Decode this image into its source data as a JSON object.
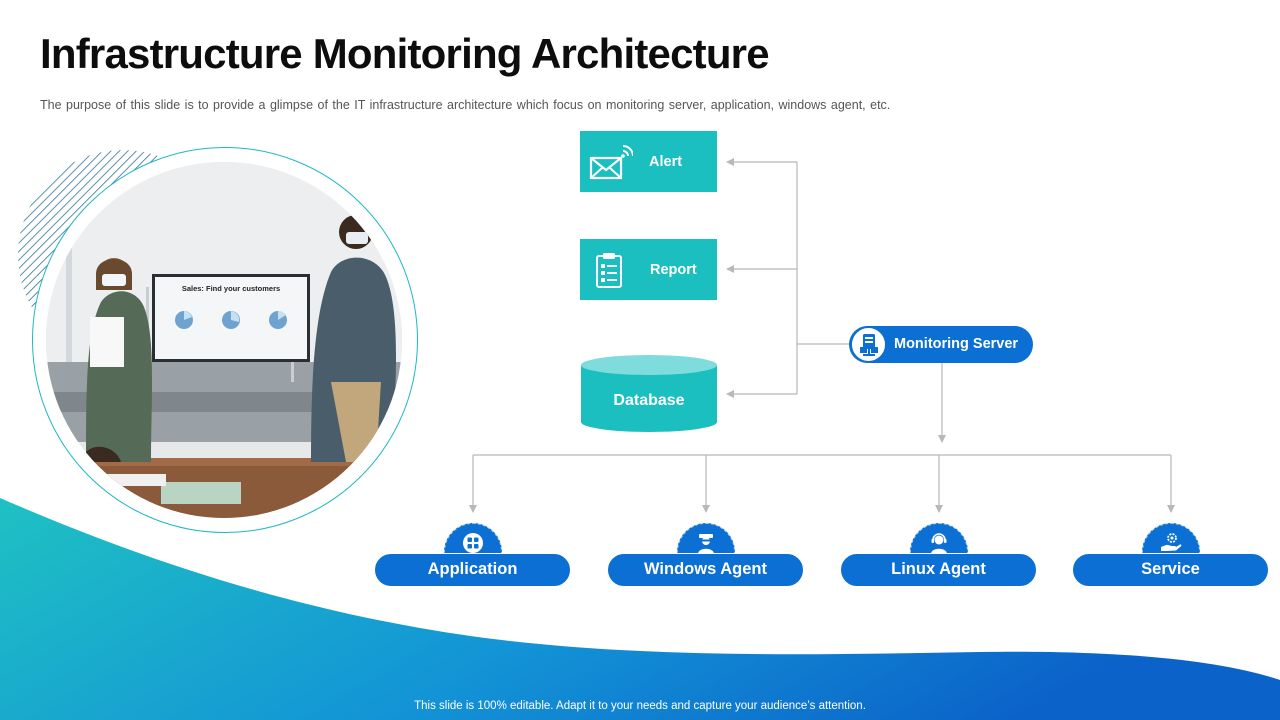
{
  "slide": {
    "title": "Infrastructure Monitoring Architecture",
    "subtitle": "The purpose of this slide is to provide a glimpse of the IT infrastructure architecture which focus on monitoring server, application, windows agent, etc.",
    "footer": "This slide is 100% editable. Adapt it to your needs and capture your audience’s attention."
  },
  "photo": {
    "screen_heading": "Sales: Find your customers"
  },
  "outputs": [
    {
      "label": "Alert",
      "icon": "envelope-signal-icon"
    },
    {
      "label": "Report",
      "icon": "clipboard-checklist-icon"
    },
    {
      "label": "Database",
      "icon": "cylinder-shape"
    }
  ],
  "server": {
    "label": "Monitoring Server",
    "icon": "server-computer-icon"
  },
  "nodes": [
    {
      "label": "Application",
      "icon": "apps-grid-icon"
    },
    {
      "label": "Windows Agent",
      "icon": "agent-person-icon"
    },
    {
      "label": "Linux Agent",
      "icon": "support-person-icon"
    },
    {
      "label": "Service",
      "icon": "hand-gear-icon"
    }
  ],
  "colors": {
    "teal": "#1cbfc0",
    "blue": "#0b6fd3",
    "gradient_start": "#1fc1c3",
    "gradient_end": "#0b63c9",
    "connector": "#b8b8b8"
  }
}
